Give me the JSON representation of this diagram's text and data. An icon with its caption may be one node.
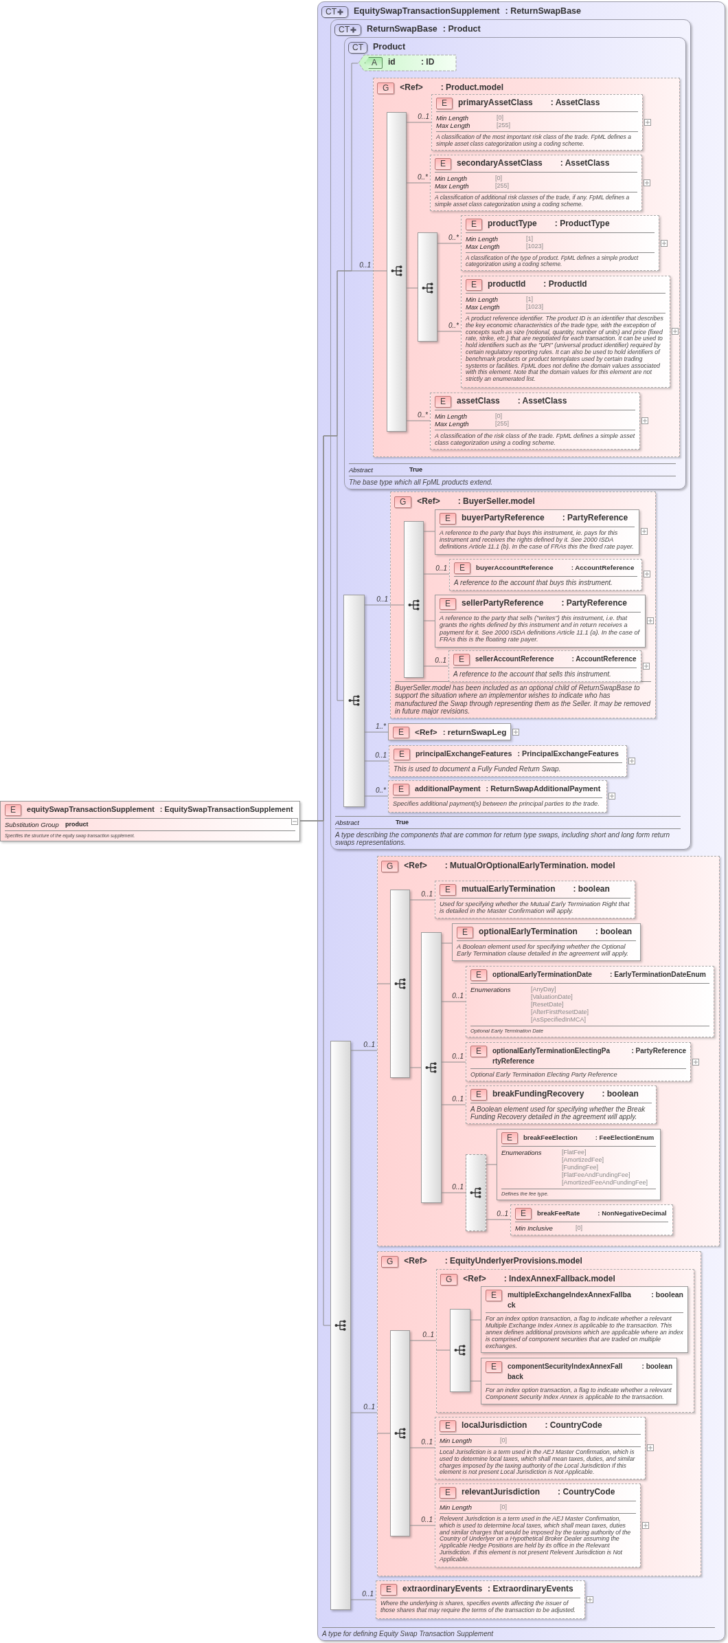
{
  "diagram": {
    "nodes": [
      {
        "text": [
          "E",
          "equitySwapTransactionSupplement",
          ": EquitySwapTransactionSupplement",
          "Substitution Group",
          "product",
          "Specifies the structure of the equity swap transaction supplement."
        ]
      },
      {
        "text": [
          "CT",
          "EquitySwapTransactionSupplement",
          ": ReturnSwapBase",
          "A type for defining Equity Swap Transaction Supplement"
        ]
      },
      {
        "text": [
          "CT",
          "ReturnSwapBase",
          ": Product",
          "Abstract",
          "True",
          "A type describing the components that are common for return type swaps, including short and long form return swaps representations."
        ],
        "in": 1
      },
      {
        "text": [
          "CT",
          "Product",
          "Abstract",
          "True",
          "The base type which all FpML products extend."
        ],
        "in": 2
      },
      {
        "text": [
          "A",
          "id",
          ": ID"
        ],
        "in": 3
      },
      {
        "text": [
          "G",
          "<Ref>",
          ": Product.model"
        ],
        "in": 3
      },
      {
        "text": [],
        "shape": "bar",
        "in": 5
      },
      {
        "text": [
          "E",
          "primaryAssetClass",
          ": AssetClass",
          "Min Length",
          "[0]",
          "Max Length",
          "[255]",
          "A classification of the most important risk class of the trade. FpML defines a simple asset class categorization using a coding scheme."
        ],
        "in": 5
      },
      {
        "text": [
          "E",
          "secondaryAssetClass",
          ": AssetClass",
          "Min Length",
          "[0]",
          "Max Length",
          "[255]",
          "A classification of additional risk classes of the trade, if any. FpML defines a simple asset class categorization using a coding scheme."
        ],
        "in": 5
      },
      {
        "text": [],
        "shape": "bar",
        "in": 5
      },
      {
        "text": [
          "E",
          "productType",
          ": ProductType",
          "Min Length",
          "[1]",
          "Max Length",
          "[1023]",
          "A classification of the type of product. FpML defines a simple product categorization using a coding scheme."
        ],
        "in": 5
      },
      {
        "text": [
          "E",
          "productId",
          ": ProductId",
          "Min Length",
          "[1]",
          "Max Length",
          "[1023]",
          "A product reference identifier. The product ID is an identifier that describes the key economic characteristics of the trade type, with the exception of concepts such as size (notional, quantity, number of units) and price (fixed rate, strike, etc.) that are negotiated for each transaction. It can be used to hold identifiers such as the \"UPI\" (universal product identifier) required by certain regulatory reporting rules. It can also be used to hold identifiers of benchmark products or product temnplates used by certain trading systems or facilities. FpML does not define the domain values associated with this element. Note that the domain values for this element are not strictly an enumerated list."
        ],
        "in": 5
      },
      {
        "text": [
          "E",
          "assetClass",
          ": AssetClass",
          "Min Length",
          "[0]",
          "Max Length",
          "[255]",
          "A classification of the risk class of the trade. FpML defines a simple asset class categorization using a coding scheme."
        ],
        "in": 5
      },
      {
        "text": [],
        "shape": "bar",
        "in": 2
      },
      {
        "text": [
          "G",
          "<Ref>",
          ": BuyerSeller.model",
          "BuyerSeller.model has been included as an optional child of ReturnSwapBase to support the situation where an implementor wishes to indicate who has manufactured the Swap through representing them as the Seller. It may be removed in future major revisions."
        ],
        "in": 2
      },
      {
        "text": [],
        "shape": "bar",
        "in": 14
      },
      {
        "text": [
          "E",
          "buyerPartyReference",
          ": PartyReference",
          "A reference to the party that buys this instrument, ie. pays for this instrument and receives the rights defined by it. See 2000 ISDA definitions Article 11.1 (b). In the case of FRAs this the fixed rate payer."
        ],
        "in": 14
      },
      {
        "text": [
          "E",
          "buyerAccountReference",
          ": AccountReference",
          "A reference to the account that buys this instrument."
        ],
        "in": 14
      },
      {
        "text": [
          "E",
          "sellerPartyReference",
          ": PartyReference",
          "A reference to the party that sells (\"writes\") this instrument, i.e. that grants the rights defined by this instrument and in return receives a payment for it. See 2000 ISDA definitions Article 11.1 (a). In the case of FRAs this is the floating rate payer."
        ],
        "in": 14
      },
      {
        "text": [
          "E",
          "sellerAccountReference",
          ": AccountReference",
          "A reference to the account that sells this instrument."
        ],
        "in": 14
      },
      {
        "text": [
          "E",
          "<Ref>",
          ": returnSwapLeg"
        ],
        "in": 2
      },
      {
        "text": [
          "E",
          "principalExchangeFeatures",
          ": PrincipalExchangeFeatures",
          "This is used to document a Fully Funded Return Swap."
        ],
        "in": 2
      },
      {
        "text": [
          "E",
          "additionalPayment",
          ": ReturnSwapAdditionalPayment",
          "Specifies additional payment(s) between the principal parties to the trade."
        ],
        "in": 2
      },
      {
        "text": [],
        "shape": "bar",
        "in": 1
      },
      {
        "text": [
          "G",
          "<Ref>",
          ": MutualOrOptionalEarlyTermination. model"
        ],
        "in": 1
      },
      {
        "text": [],
        "shape": "bar",
        "in": 24
      },
      {
        "text": [
          "E",
          "mutualEarlyTermination",
          ": boolean",
          "Used for specifying whether the Mutual Early Termination Right that is detailed in the Master Confirmation will apply."
        ],
        "in": 24
      },
      {
        "text": [],
        "shape": "bar",
        "in": 24
      },
      {
        "text": [
          "E",
          "optionalEarlyTermination",
          ": boolean",
          "A Boolean element used for specifying whether the Optional Early Termination clause detailed in the agreement will apply."
        ],
        "in": 24
      },
      {
        "text": [
          "E",
          "optionalEarlyTerminationDate",
          ": EarlyTerminationDateEnum",
          "Enumerations",
          "[AnyDay]",
          "[ValuationDate]",
          "[ResetDate]",
          "[AfterFirstResetDate]",
          "[AsSpecifiedInMCA]",
          "Optional Early Termination Date"
        ],
        "in": 24
      },
      {
        "text": [
          "E",
          "optionalEarlyTerminationElectingPa rtyReference",
          ": PartyReference",
          "Optional Early Termination Electing Party Reference"
        ],
        "in": 24
      },
      {
        "text": [
          "E",
          "breakFundingRecovery",
          ": boolean",
          "A Boolean element used for specifying whether the Break Funding Recovery detailed in the agreement will apply."
        ],
        "in": 24
      },
      {
        "text": [],
        "shape": "bar",
        "in": 24
      },
      {
        "text": [
          "E",
          "breakFeeElection",
          ": FeeElectionEnum",
          "Enumerations",
          "[FlatFee]",
          "[AmortizedFee]",
          "[FundingFee]",
          "[FlatFeeAndFundingFee]",
          "[AmortizedFeeAndFundingFee]",
          "Defines the fee type."
        ],
        "in": 24
      },
      {
        "text": [
          "E",
          "breakFeeRate",
          ": NonNegativeDecimal",
          "Min Inclusive",
          "[0]"
        ],
        "in": 24
      },
      {
        "text": [
          "G",
          "<Ref>",
          ": EquityUnderlyerProvisions.model"
        ],
        "in": 1
      },
      {
        "text": [],
        "shape": "bar",
        "in": 35
      },
      {
        "text": [
          "G",
          "<Ref>",
          ": IndexAnnexFallback.model"
        ],
        "in": 35
      },
      {
        "text": [],
        "shape": "bar",
        "in": 37
      },
      {
        "text": [
          "E",
          "multipleExchangeIndexAnnexFallba ck",
          ": boolean",
          "For an index option transaction, a flag to indicate whether a relevant Multiple Exchange Index Annex is applicable to the transaction. This annex defines additional provisions which are applicable where an index is comprised of component securities that are traded on multiple exchanges."
        ],
        "in": 37
      },
      {
        "text": [
          "E",
          "componentSecurityIndexAnnexFall back",
          ": boolean",
          "For an index option transaction, a flag to indicate whether a relevant Component Security Index Annex is applicable to the transaction."
        ],
        "in": 37
      },
      {
        "text": [
          "E",
          "localJurisdiction",
          ": CountryCode",
          "Min Length",
          "[0]",
          "Local Jurisdiction is a term used in the AEJ Master Confirmation, which is used to determine local taxes, which shall mean taxes, duties, and similar charges imposed by the taxing authority of the Local Jurisdiction If this element is not present Local Jurisdiction is Not Applicable."
        ],
        "in": 35
      },
      {
        "text": [
          "E",
          "relevantJurisdiction",
          ": CountryCode",
          "Min Length",
          "[0]",
          "Relevent Jurisdiction is a term used in the AEJ Master Confirmation, which is used to determine local taxes, which shall mean taxes, duties and similar charges that would be imposed by the taxing authority of the Country of Underlyer on a Hypothetical Broker Dealer assuming the Applicable Hedge Positions are held by its office in the Relevant Jurisdiction. If this element is not present Relevent Jurisdiction is Not Applicable."
        ],
        "in": 35
      },
      {
        "text": [
          "E",
          "extraordinaryEvents",
          ": ExtraordinaryEvents",
          "Where the underlying is shares, specifies events affecting the issuer of those shares that may require the terms of the transaction to be adjusted."
        ],
        "in": 1
      }
    ],
    "edges": [
      {
        "from": 0,
        "to": 4,
        "arrow": "none"
      },
      {
        "from": 0,
        "to": 5,
        "arrow": "none",
        "label": "0..1"
      },
      {
        "from": 5,
        "to": 6,
        "arrow": "none"
      },
      {
        "from": 6,
        "to": 7,
        "arrow": "none",
        "label": "0..1"
      },
      {
        "from": 6,
        "to": 8,
        "arrow": "none",
        "label": "0..*"
      },
      {
        "from": 6,
        "to": 9,
        "arrow": "none"
      },
      {
        "from": 9,
        "to": 10,
        "arrow": "none",
        "label": "0..*"
      },
      {
        "from": 9,
        "to": 11,
        "arrow": "none",
        "label": "0..*"
      },
      {
        "from": 6,
        "to": 12,
        "arrow": "none",
        "label": "0..*"
      },
      {
        "from": 0,
        "to": 13,
        "arrow": "none"
      },
      {
        "from": 13,
        "to": 14,
        "arrow": "none",
        "label": "0..1"
      },
      {
        "from": 14,
        "to": 15,
        "arrow": "none"
      },
      {
        "from": 15,
        "to": 16,
        "arrow": "none"
      },
      {
        "from": 15,
        "to": 17,
        "arrow": "none",
        "label": "0..1"
      },
      {
        "from": 15,
        "to": 18,
        "arrow": "none"
      },
      {
        "from": 15,
        "to": 19,
        "arrow": "none",
        "label": "0..1"
      },
      {
        "from": 13,
        "to": 20,
        "arrow": "none",
        "label": "1..*"
      },
      {
        "from": 13,
        "to": 21,
        "arrow": "none",
        "label": "0..1"
      },
      {
        "from": 13,
        "to": 22,
        "arrow": "none",
        "label": "0..*"
      },
      {
        "from": 0,
        "to": 23,
        "arrow": "none"
      },
      {
        "from": 23,
        "to": 24,
        "arrow": "none",
        "label": "0..1"
      },
      {
        "from": 24,
        "to": 25,
        "arrow": "none"
      },
      {
        "from": 25,
        "to": 26,
        "arrow": "none",
        "label": "0..1"
      },
      {
        "from": 25,
        "to": 27,
        "arrow": "none"
      },
      {
        "from": 27,
        "to": 28,
        "arrow": "none"
      },
      {
        "from": 27,
        "to": 29,
        "arrow": "none",
        "label": "0..1"
      },
      {
        "from": 27,
        "to": 30,
        "arrow": "none",
        "label": "0..1"
      },
      {
        "from": 27,
        "to": 31,
        "arrow": "none",
        "label": "0..1"
      },
      {
        "from": 27,
        "to": 32,
        "arrow": "none",
        "label": "0..1"
      },
      {
        "from": 32,
        "to": 33,
        "arrow": "none"
      },
      {
        "from": 32,
        "to": 34,
        "arrow": "none",
        "label": "0..1"
      },
      {
        "from": 23,
        "to": 35,
        "arrow": "none",
        "label": "0..1"
      },
      {
        "from": 35,
        "to": 36,
        "arrow": "none"
      },
      {
        "from": 36,
        "to": 37,
        "arrow": "none",
        "label": "0..1"
      },
      {
        "from": 37,
        "to": 38,
        "arrow": "none"
      },
      {
        "from": 38,
        "to": 39,
        "arrow": "none"
      },
      {
        "from": 38,
        "to": 40,
        "arrow": "none"
      },
      {
        "from": 36,
        "to": 41,
        "arrow": "none",
        "label": "0..1"
      },
      {
        "from": 36,
        "to": 42,
        "arrow": "none",
        "label": "0..1"
      },
      {
        "from": 23,
        "to": 43,
        "arrow": "none",
        "label": "0..1"
      }
    ]
  }
}
